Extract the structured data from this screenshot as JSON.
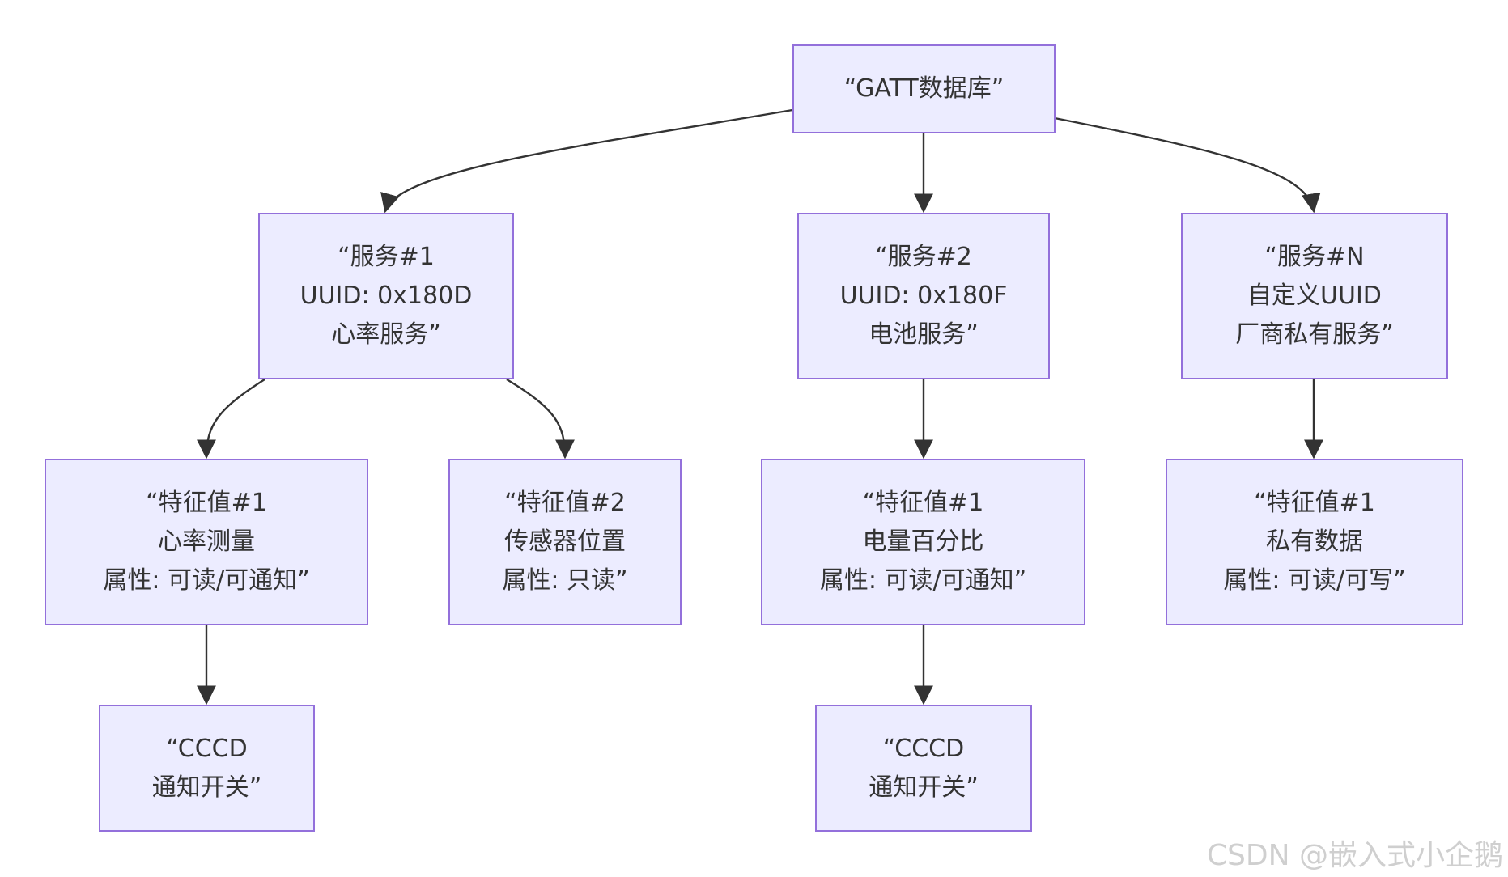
{
  "diagram": {
    "nodes": {
      "root": "“GATT数据库”",
      "svc1": "“服务#1\nUUID: 0x180D\n心率服务”",
      "svc2": "“服务#2\nUUID: 0x180F\n电池服务”",
      "svcN": "“服务#N\n自定义UUID\n厂商私有服务”",
      "c11": "“特征值#1\n心率测量\n属性: 可读/可通知”",
      "c12": "“特征值#2\n传感器位置\n属性: 只读”",
      "c21": "“特征值#1\n电量百分比\n属性: 可读/可通知”",
      "cN1": "“特征值#1\n私有数据\n属性: 可读/可写”",
      "cccd1": "“CCCD\n通知开关”",
      "cccd2": "“CCCD\n通知开关”"
    },
    "edges": [
      [
        "root",
        "svc1"
      ],
      [
        "root",
        "svc2"
      ],
      [
        "root",
        "svcN"
      ],
      [
        "svc1",
        "c11"
      ],
      [
        "svc1",
        "c12"
      ],
      [
        "svc2",
        "c21"
      ],
      [
        "svcN",
        "cN1"
      ],
      [
        "c11",
        "cccd1"
      ],
      [
        "c21",
        "cccd2"
      ]
    ],
    "colors": {
      "node_fill": "#ececff",
      "node_border": "#9370db",
      "edge": "#333333",
      "text": "#333333"
    }
  },
  "watermark": "CSDN @嵌入式小企鹅"
}
